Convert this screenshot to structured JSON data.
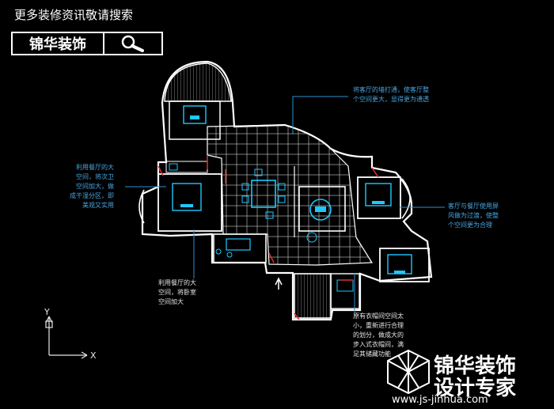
{
  "header": {
    "promo_text": "更多装修资讯敬请搜索"
  },
  "search": {
    "brand_label": "锦华装饰",
    "icon": "search-icon"
  },
  "annotations": {
    "top_right": [
      "将客厅的墙打通，使客厅整",
      "个空间更大，显得更为通透"
    ],
    "left_top": [
      "利用餐厅的大",
      "空间，将次卫",
      "空间加大，做",
      "成干湿分区，即",
      "美观又实用"
    ],
    "right_mid": [
      "客厅与餐厅使用屏",
      "风做为过渡，使整",
      "个空间更为合理"
    ],
    "left_bottom": [
      "利用餐厅的大",
      "空间，将卧室",
      "空间加大"
    ],
    "bottom_mid": [
      "原有衣帽间空间太",
      "小，重新进行合理",
      "的划分，做成大的",
      "步入式衣帽间，满",
      "足其储藏功能"
    ]
  },
  "axis": {
    "y_label": "Y",
    "x_label": "X"
  },
  "logo": {
    "line1": "锦华装饰",
    "line2": "设计专家",
    "url": "www.js-jinhua.com"
  },
  "colors": {
    "wall": "#ffffff",
    "furniture": "#1ec8ff",
    "dim": "#e03030",
    "grid": "#d8d8d8",
    "accent": "#49a6e0"
  }
}
